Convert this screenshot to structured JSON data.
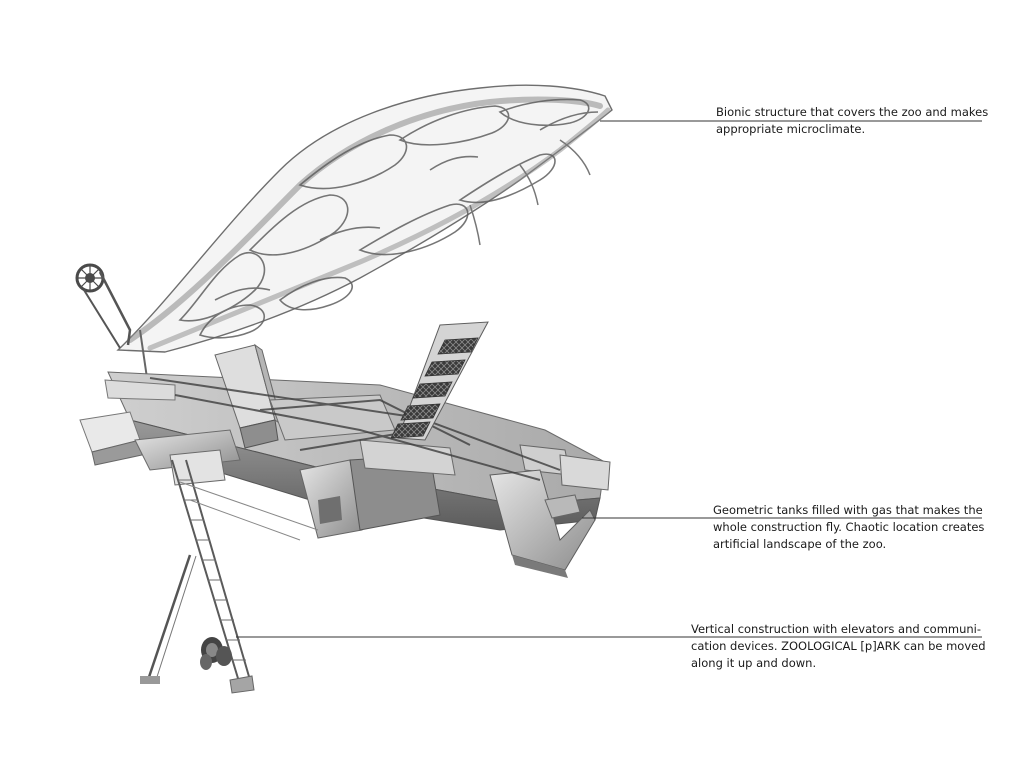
{
  "annotations": {
    "canopy": "Bionic structure that covers the zoo and makes\nappropriate microclimate.",
    "tanks": "Geometric tanks filled with gas that makes the\nwhole construction fly. Chaotic location creates\nartificial landscape of the zoo.",
    "tower": "Vertical construction with elevators and communi-\ncation devices. ZOOLOGICAL [p]ARK can be moved\nalong it up and down."
  },
  "colors": {
    "background": "#ffffff",
    "text": "#1a1a1a",
    "leader_line": "#333333"
  }
}
